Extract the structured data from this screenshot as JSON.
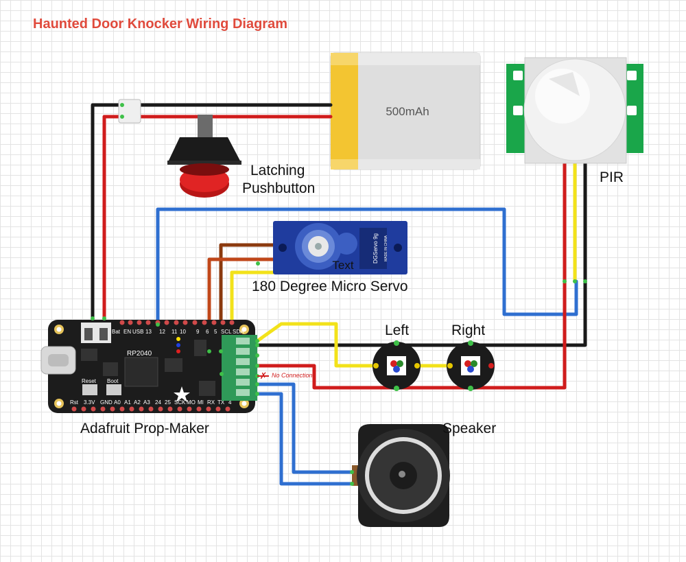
{
  "title": "Haunted Door Knocker Wiring Diagram",
  "components": {
    "battery": {
      "label": "500mAh"
    },
    "pushbutton": {
      "label_line1": "Latching",
      "label_line2": "Pushbutton"
    },
    "pir": {
      "label": "PIR"
    },
    "servo": {
      "label": "180 Degree Micro Servo",
      "overlay_text": "Text",
      "body_text": "DGServo 9g",
      "small_text": "MADE IN CHINA"
    },
    "led_left": {
      "label": "Left"
    },
    "led_right": {
      "label": "Right"
    },
    "board": {
      "label": "Adafruit Prop-Maker",
      "chip_text": "RP2040",
      "top_pins": [
        "Bat",
        "EN",
        "USB",
        "13",
        "12",
        "11",
        "10",
        "9",
        "6",
        "5",
        "SCL",
        "SDA"
      ],
      "bottom_pins": [
        "Rst",
        "3.3V",
        "GND",
        "A0",
        "A1",
        "A2",
        "A3",
        "24",
        "25",
        "SCK",
        "MO",
        "MI",
        "RX",
        "TX",
        "4"
      ],
      "button_reset": "Reset",
      "button_boot": "Boot"
    },
    "speaker": {
      "label": "Speaker"
    }
  },
  "annotations": {
    "no_connection": "No Connection"
  },
  "colors": {
    "title": "#e04a3c",
    "wire_red": "#d01c1c",
    "wire_black": "#1a1a1a",
    "wire_yellow": "#f2e21a",
    "wire_blue": "#2f6fd0",
    "wire_brown": "#8b3a0e",
    "wire_orange": "#d46a10",
    "board": "#1c1c1c",
    "terminal": "#2f9a58",
    "pir_board": "#1aa64a",
    "servo": "#1f3c9e",
    "battery_yellow": "#f3c531"
  }
}
